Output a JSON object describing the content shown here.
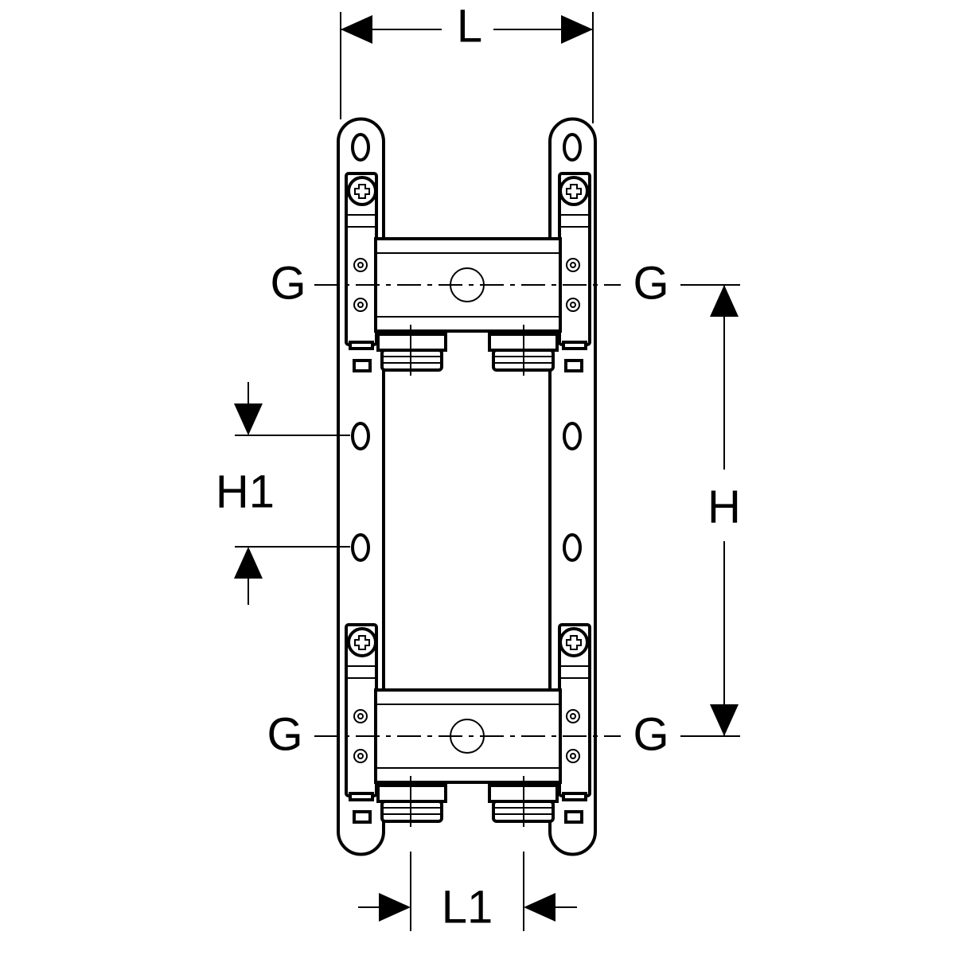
{
  "title": "Manifold with mounting brackets – dimension drawing",
  "labels": {
    "L": "L",
    "L1": "L1",
    "H": "H",
    "H1": "H1",
    "G": "G"
  },
  "colors": {
    "line": "#000000",
    "background": "#ffffff"
  }
}
